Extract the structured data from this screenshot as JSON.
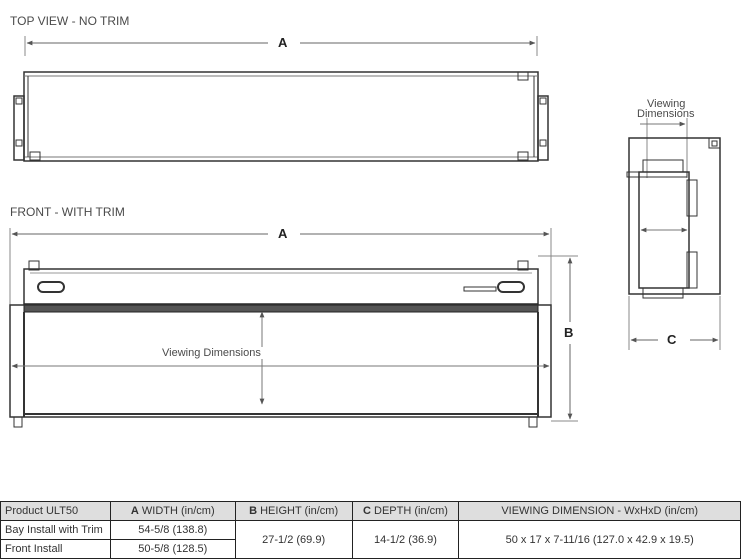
{
  "views": {
    "top_title": "TOP VIEW - NO TRIM",
    "front_title": "FRONT - WITH TRIM",
    "dim_a_top": "A",
    "dim_a_front": "A",
    "dim_b": "B",
    "dim_c": "C",
    "front_viewing_label": "Viewing Dimensions",
    "side_viewing_label_1": "Viewing",
    "side_viewing_label_2": "Dimensions"
  },
  "table": {
    "headers": {
      "product": "Product ULT50",
      "width_letter": "A",
      "width_rest": " WIDTH (in/cm)",
      "height_letter": "B",
      "height_rest": " HEIGHT (in/cm)",
      "depth_letter": "C",
      "depth_rest": " DEPTH (in/cm)",
      "viewing": "VIEWING DIMENSION - WxHxD (in/cm)"
    },
    "rows": [
      {
        "product": "Bay Install with Trim",
        "width": "54-5/8 (138.8)"
      },
      {
        "product": "Front Install",
        "width": "50-5/8 (128.5)"
      }
    ],
    "shared": {
      "height": "27-1/2 (69.9)",
      "depth": "14-1/2 (36.9)",
      "viewing": "50 x 17 x 7-11/16 (127.0 x 42.9 x 19.5)"
    }
  }
}
